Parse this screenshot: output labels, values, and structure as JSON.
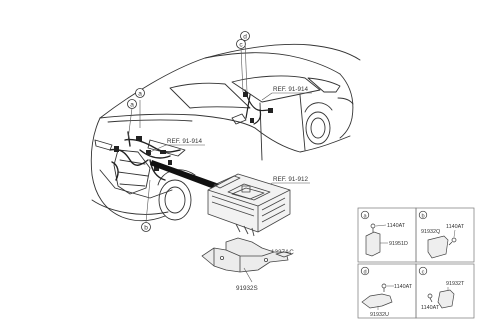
{
  "colors": {
    "ink": "#333333",
    "light": "#8a8a8a",
    "panel_border": "#777777"
  },
  "callouts": {
    "a": "a",
    "b": "b",
    "c": "c",
    "d": "d"
  },
  "refs": {
    "ref_rear": "REF. 91-914",
    "ref_engine": "REF. 91-914",
    "ref_module": "REF. 91-912"
  },
  "parts": {
    "bolt_main": "1327AC",
    "bracket_main": "91932S"
  },
  "detail_panels": {
    "a": {
      "letter": "a",
      "bolt": "1140AT",
      "part": "91951D"
    },
    "b": {
      "letter": "b",
      "part": "91932Q",
      "bolt": "1140AT"
    },
    "d": {
      "letter": "d",
      "bolt": "1140AT",
      "part": "91932U"
    },
    "c": {
      "letter": "c",
      "part": "91932T",
      "bolt": "1140AT"
    }
  },
  "icons": [
    "car-illustration",
    "control-module-drawing",
    "mounting-bracket-drawing",
    "bolt-icon"
  ]
}
